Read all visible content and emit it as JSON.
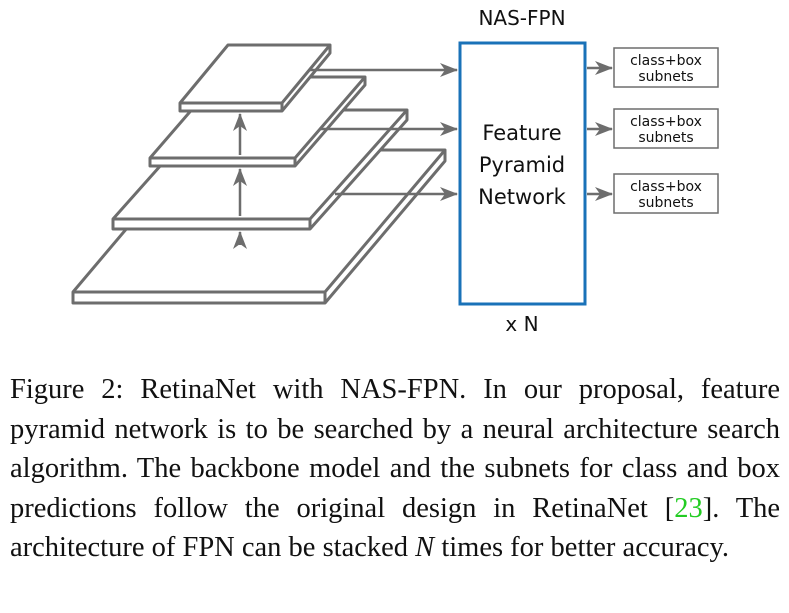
{
  "diagram": {
    "title": "NAS-FPN",
    "fpn_box": {
      "lines": [
        "Feature",
        "Pyramid",
        "Network"
      ],
      "repeat_label": "x N",
      "border_color": "#1a72b8"
    },
    "backbone": {
      "layer_count": 4,
      "outline_color": "#6d6d6d"
    },
    "subnets": [
      {
        "line1": "class+box",
        "line2": "subnets"
      },
      {
        "line1": "class+box",
        "line2": "subnets"
      },
      {
        "line1": "class+box",
        "line2": "subnets"
      }
    ]
  },
  "caption": {
    "prefix": "Figure 2: RetinaNet with NAS-FPN. In our proposal, feature pyramid network is to be searched by a neural architecture search algorithm. The backbone model and the subnets for class and box predictions follow the original design in RetinaNet [",
    "citation": "23",
    "middle": "]. The architecture of FPN can be stacked ",
    "math": "N",
    "suffix": " times for better accuracy.",
    "citation_color": "#22cc22"
  }
}
